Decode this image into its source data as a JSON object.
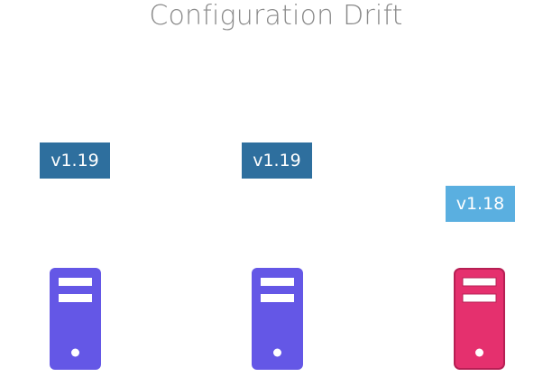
{
  "title": "Configuration Drift",
  "servers": [
    {
      "version": "v1.19",
      "badge_color": "#2e6f9e",
      "server_color": "#6457e6"
    },
    {
      "version": "v1.19",
      "badge_color": "#2e6f9e",
      "server_color": "#6457e6"
    },
    {
      "version": "v1.18",
      "badge_color": "#5aafe0",
      "server_color": "#e5306e"
    }
  ]
}
